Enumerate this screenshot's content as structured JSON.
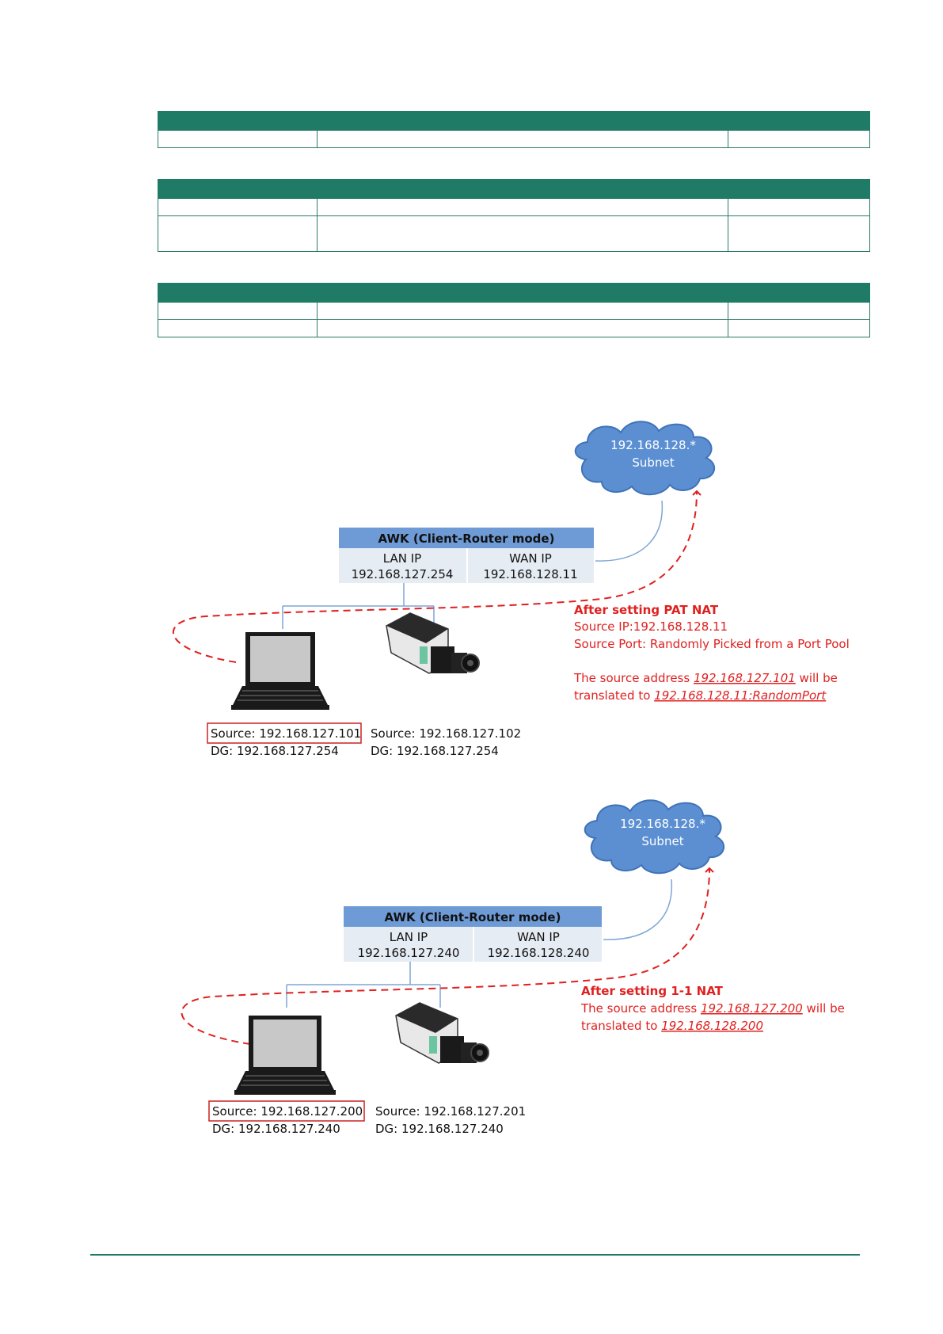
{
  "diagram_pat": {
    "cloud_line1": "192.168.128.*",
    "cloud_line2": "Subnet",
    "router_title": "AWK (Client-Router mode)",
    "lan_label": "LAN IP",
    "lan_ip": "192.168.127.254",
    "wan_label": "WAN IP",
    "wan_ip": "192.168.128.11",
    "note_title": "After setting PAT NAT",
    "note_line1": "Source IP:192.168.128.11",
    "note_line2": "Source Port: Randomly Picked from a Port Pool",
    "note_line3_prefix": "The source address ",
    "note_line3_addr": "192.168.127.101",
    "note_line3_suffix": " will be",
    "note_line4_prefix": "translated to ",
    "note_line4_addr": "192.168.128.11:RandomPort",
    "laptop_source": "Source: 192.168.127.101",
    "laptop_dg": "DG: 192.168.127.254",
    "camera_source": "Source: 192.168.127.102",
    "camera_dg": "DG: 192.168.127.254"
  },
  "diagram_nat11": {
    "cloud_line1": "192.168.128.*",
    "cloud_line2": "Subnet",
    "router_title": "AWK (Client-Router mode)",
    "lan_label": "LAN IP",
    "lan_ip": "192.168.127.240",
    "wan_label": "WAN IP",
    "wan_ip": "192.168.128.240",
    "note_title": "After setting 1-1 NAT",
    "note_line1_prefix": "The source address ",
    "note_line1_addr": "192.168.127.200",
    "note_line1_suffix": " will be",
    "note_line2_prefix": "translated to ",
    "note_line2_addr": "192.168.128.200",
    "laptop_source": "Source: 192.168.127.200",
    "laptop_dg": "DG: 192.168.127.240",
    "camera_source": "Source: 192.168.127.201",
    "camera_dg": "DG: 192.168.127.240"
  },
  "colors": {
    "table_header": "#1f7a66",
    "router_header": "#6e9bd6",
    "router_body": "#e6ecf4",
    "cloud_fill": "#5b8fd2",
    "annotation_red": "#e02020"
  }
}
